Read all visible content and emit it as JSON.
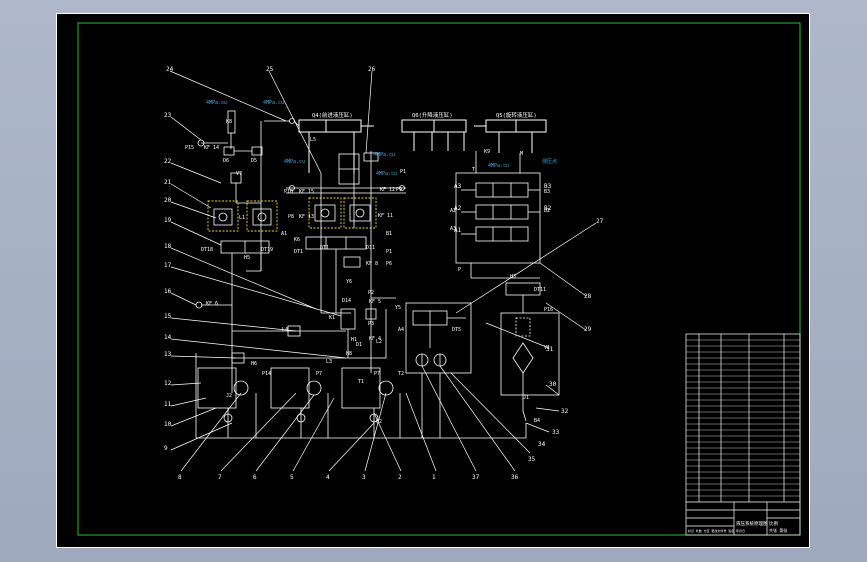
{
  "drawing": {
    "background": "#000000",
    "frame_color": "#ffffff",
    "inner_frame_color": "#21c421",
    "line_color": "#ffffff",
    "hidden_color": "#f2d522",
    "dim_color": "#39a9e0",
    "border_color": "#21c421"
  },
  "cylinders": {
    "c1": "Q4(前进液压缸)",
    "c2": "Q6(升降液压缸)",
    "c3": "Q5(旋转液压缸)",
    "measure_label": "测压点"
  },
  "callouts": {
    "top": [
      "24",
      "25",
      "26"
    ],
    "left": [
      "23",
      "22",
      "21",
      "20",
      "19",
      "18",
      "17",
      "16",
      "15",
      "14",
      "13",
      "12",
      "11",
      "10",
      "9"
    ],
    "bottom": [
      "8",
      "7",
      "6",
      "5",
      "4",
      "3",
      "2",
      "1",
      "37",
      "36",
      "35"
    ],
    "right": [
      "27",
      "28",
      "29",
      "30",
      "31",
      "32",
      "33",
      "34"
    ]
  },
  "component_labels": [
    "K8",
    "P15",
    "KF 14",
    "D6",
    "D5",
    "V7",
    "L1",
    "DT18",
    "DT19",
    "H5",
    "P10",
    "KF 15",
    "P8",
    "KF 13",
    "K6",
    "A1",
    "B1",
    "P9",
    "KF 12",
    "KF 11",
    "P1",
    "L5",
    "Y6",
    "P6",
    "KF 8",
    "DT1",
    "DT1",
    "D11",
    "K1",
    "D14",
    "KF 5",
    "P2",
    "Y5",
    "P3",
    "KF 4",
    "A4",
    "DT5",
    "L4",
    "J2",
    "J1",
    "L3",
    "T1",
    "P14",
    "P7",
    "Q2",
    "B4",
    "H3",
    "DT11",
    "P16",
    "V1",
    "A3",
    "A2",
    "B3",
    "B2",
    "T",
    "P",
    "K9",
    "M",
    "KF 6",
    "P1",
    "P7",
    "H6",
    "H8",
    "H1",
    "D1",
    "T2",
    "L2"
  ],
  "cyan_notes": [
    "4MPa.cu",
    "4MPa.cu",
    "4MPa.cu",
    "4MPa.cu",
    "4MPa.cu",
    "4MPa.cu"
  ],
  "title_block": {
    "header_rows": 28,
    "bottom_left_text": "标记 处数 分区 更改文件号 签名 年月日",
    "drawing_name": "液压系统原理图",
    "scale_label": "比例",
    "sheet_label": "共张 第张"
  }
}
